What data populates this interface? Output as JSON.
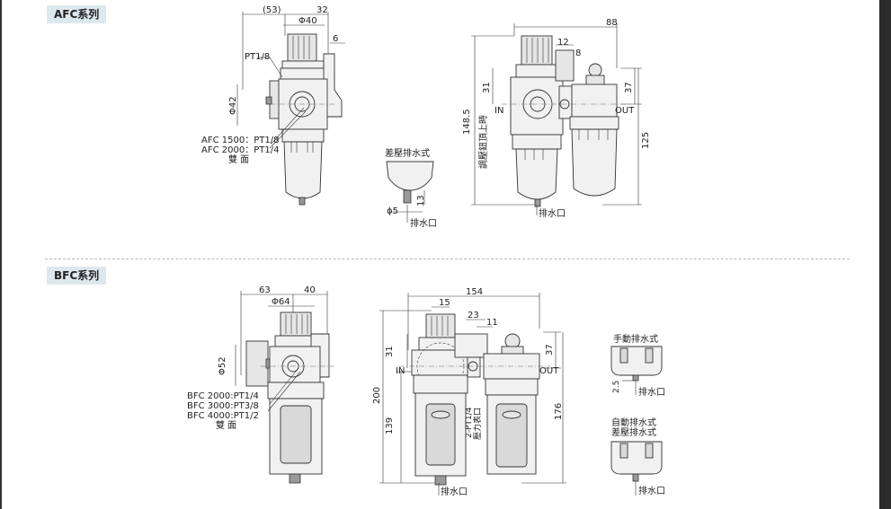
{
  "afc": {
    "series_label": "AFC系列",
    "front": {
      "dim_53": "(53)",
      "dim_32": "32",
      "dim_phi40": "Φ40",
      "dim_6": "6",
      "pt18": "PT1/8",
      "phi42": "Φ42",
      "port1": "AFC 1500：PT1/8",
      "port2": "AFC 2000：PT1/4",
      "both": "雙    面"
    },
    "drain": {
      "title": "差壓排水式",
      "phi5": "ϕ5",
      "dim_13": "13",
      "out": "排水口"
    },
    "assembly": {
      "dim_88": "88",
      "dim_12": "12",
      "dim_8": "8",
      "dim_31": "31",
      "dim_37": "37",
      "dim_1485": "148.5",
      "vert": "調壓鈕頂上時",
      "dim_125": "125",
      "in": "IN",
      "out": "OUT",
      "drain": "排水口"
    }
  },
  "bfc": {
    "series_label": "BFC系列",
    "front": {
      "dim_63": "63",
      "dim_40": "40",
      "dim_phi64": "Φ64",
      "phi52": "Φ52",
      "port1": "BFC 2000:PT1/4",
      "port2": "BFC 3000:PT3/8",
      "port3": "BFC 4000:PT1/2",
      "both": "雙    面"
    },
    "assembly": {
      "dim_154": "154",
      "dim_15": "15",
      "dim_23": "23",
      "dim_11": "11",
      "dim_31": "31",
      "dim_37": "37",
      "dim_200": "200",
      "dim_139": "139",
      "dim_176": "176",
      "in": "IN",
      "out": "OUT",
      "pt": "2-PT1/4",
      "gauge": "壓力表口",
      "drain": "排水口"
    },
    "manual": {
      "title": "手動排水式",
      "dim_25": "2.5",
      "out": "排水口"
    },
    "auto": {
      "title1": "自動排水式",
      "title2": "差壓排水式",
      "out": "排水口"
    }
  }
}
